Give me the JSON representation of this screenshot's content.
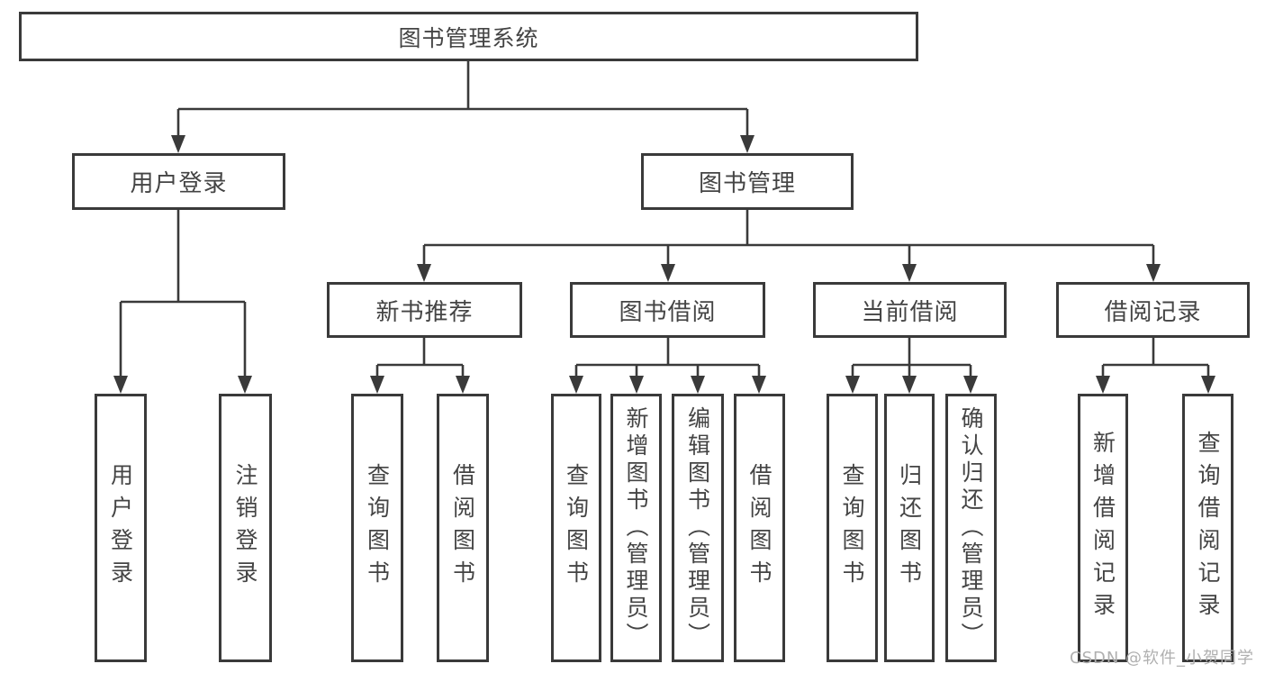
{
  "diagram": {
    "title": "图书管理系统",
    "nodes": {
      "root": {
        "label": "图书管理系统",
        "children": [
          "user_login",
          "book_mgmt"
        ]
      },
      "user_login": {
        "label": "用户登录",
        "children": [
          "user_login_leaf",
          "logout"
        ]
      },
      "book_mgmt": {
        "label": "图书管理",
        "children": [
          "new_book_rec",
          "book_borrow",
          "current_borrow",
          "borrow_records"
        ]
      },
      "new_book_rec": {
        "label": "新书推荐",
        "children": [
          "query_books_rec",
          "borrow_books_rec"
        ]
      },
      "book_borrow": {
        "label": "图书借阅",
        "children": [
          "query_books_borrow",
          "add_books_admin",
          "edit_books_admin",
          "borrow_books_borrow"
        ]
      },
      "current_borrow": {
        "label": "当前借阅",
        "children": [
          "query_books_current",
          "return_books",
          "confirm_return_admin"
        ]
      },
      "borrow_records": {
        "label": "借阅记录",
        "children": [
          "add_borrow_record",
          "query_borrow_record"
        ]
      },
      "user_login_leaf": {
        "label": "用户登录",
        "children": []
      },
      "logout": {
        "label": "注销登录",
        "children": []
      },
      "query_books_rec": {
        "label": "查询图书",
        "children": []
      },
      "borrow_books_rec": {
        "label": "借阅图书",
        "children": []
      },
      "query_books_borrow": {
        "label": "查询图书",
        "children": []
      },
      "add_books_admin": {
        "label": "新增图书（管理员）",
        "children": []
      },
      "edit_books_admin": {
        "label": "编辑图书（管理员）",
        "children": []
      },
      "borrow_books_borrow": {
        "label": "借阅图书",
        "children": []
      },
      "query_books_current": {
        "label": "查询图书",
        "children": []
      },
      "return_books": {
        "label": "归还图书",
        "children": []
      },
      "confirm_return_admin": {
        "label": "确认归还（管理员）",
        "children": []
      },
      "add_borrow_record": {
        "label": "新增借阅记录",
        "children": []
      },
      "query_borrow_record": {
        "label": "查询借阅记录",
        "children": []
      }
    }
  },
  "watermark": {
    "text": "CSDN @软件_小贺同学"
  },
  "colors": {
    "line": "#3a3a3a",
    "text": "#444444",
    "background": "#ffffff",
    "watermark": "#b0b0b0"
  }
}
